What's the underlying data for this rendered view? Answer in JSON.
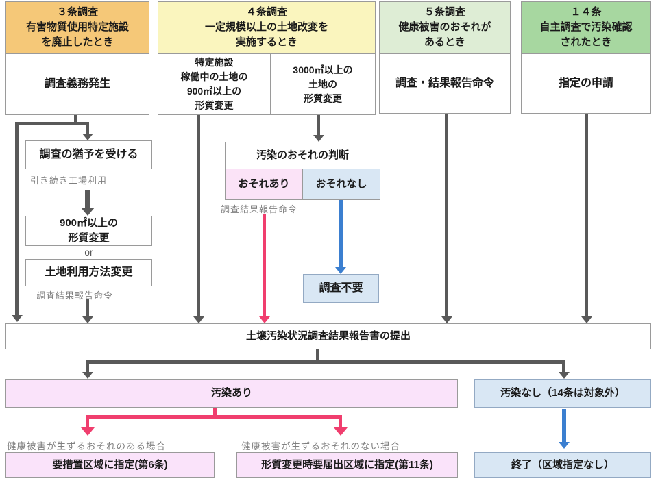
{
  "colors": {
    "header_art3": "#F5C878",
    "header_art4": "#FAF5BE",
    "header_art5": "#DEEDD5",
    "header_art14": "#A7D7A0",
    "arrow_dark": "#595959",
    "arrow_pink": "#F03E6E",
    "arrow_blue": "#3B7FD0",
    "cell_pink": "#FBE3F7",
    "cell_blue": "#D9E7F4",
    "result_pink": "#FAE3FA"
  },
  "columns": [
    {
      "header": "３条調査\n有害物質使用特定施設\nを廃止したとき",
      "body": "調査義務発生"
    },
    {
      "header": "４条調査\n一定規模以上の土地改変を\n実施するとき",
      "sub_left": "特定施設\n稼働中の土地の\n900㎡以上の\n形質変更",
      "sub_right": "3000㎡以上の\n土地の\n形質変更"
    },
    {
      "header": "５条調査\n健康被害のおそれが\nあるとき",
      "body": "調査・結果報告命令"
    },
    {
      "header": "１４条\n自主調査で汚染確認\nされたとき",
      "body": "指定の申請"
    }
  ],
  "left_flow": {
    "grace_box": "調査の猶予を受ける",
    "grace_note": "引き続き工場利用",
    "change_900": "900㎡以上の\n形質変更",
    "or_label": "or",
    "land_use_box": "土地利用方法変更",
    "order_note": "調査結果報告命令"
  },
  "judgment": {
    "title": "汚染のおそれの判断",
    "risk_yes": "おそれあり",
    "risk_no": "おそれなし",
    "order_note": "調査結果報告命令",
    "no_survey_box": "調査不要"
  },
  "report_box": "土壌汚染状況調査結果報告書の提出",
  "results": {
    "contaminated": "汚染あり",
    "not_contaminated": "汚染なし（14条は対象外）",
    "risk_present_note": "健康被害が生ずるおそれのある場合",
    "risk_absent_note": "健康被害が生ずるおそれのない場合",
    "action_area_box": "要措置区域に指定(第6条)",
    "notification_area_box": "形質変更時要届出区域に指定(第11条)",
    "end_box": "終了（区域指定なし）"
  }
}
